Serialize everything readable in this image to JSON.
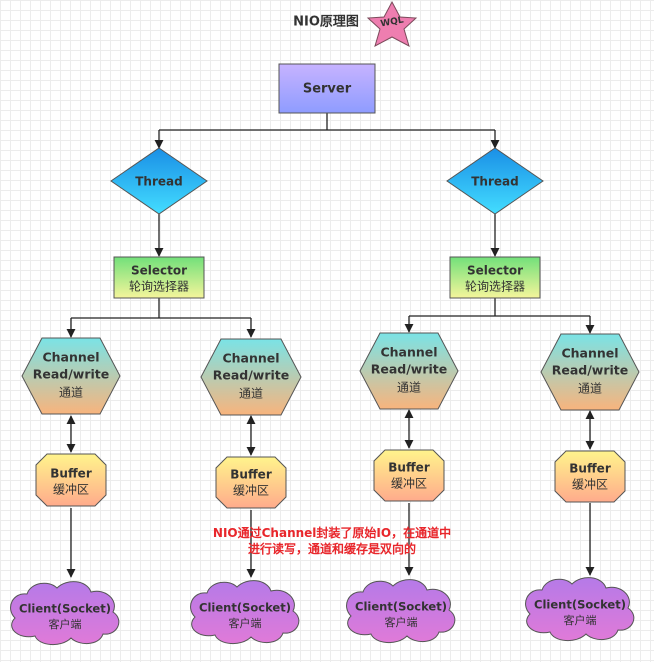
{
  "title": "NIO原理图",
  "watermark": "WQL",
  "server": {
    "label": "Server"
  },
  "threads": [
    {
      "label": "Thread"
    },
    {
      "label": "Thread"
    }
  ],
  "selectors": [
    {
      "line1": "Selector",
      "line2": "轮询选择器"
    },
    {
      "line1": "Selector",
      "line2": "轮询选择器"
    }
  ],
  "channels": [
    {
      "line1": "Channel",
      "line2": "Read/write",
      "line3": "通道"
    },
    {
      "line1": "Channel",
      "line2": "Read/write",
      "line3": "通道"
    },
    {
      "line1": "Channel",
      "line2": "Read/write",
      "line3": "通道"
    },
    {
      "line1": "Channel",
      "line2": "Read/write",
      "line3": "通道"
    }
  ],
  "buffers": [
    {
      "line1": "Buffer",
      "line2": "缓冲区"
    },
    {
      "line1": "Buffer",
      "line2": "缓冲区"
    },
    {
      "line1": "Buffer",
      "line2": "缓冲区"
    },
    {
      "line1": "Buffer",
      "line2": "缓冲区"
    }
  ],
  "clients": [
    {
      "line1": "Client(Socket)",
      "line2": "客户端"
    },
    {
      "line1": "Client(Socket)",
      "line2": "客户端"
    },
    {
      "line1": "Client(Socket)",
      "line2": "客户端"
    },
    {
      "line1": "Client(Socket)",
      "line2": "客户端"
    }
  ],
  "annotation": {
    "line1": "NIO通过Channel封装了原始IO，在通道中",
    "line2": "进行读写，通道和缓存是双向的"
  },
  "colors": {
    "server_top": "#c7b3ff",
    "server_bottom": "#8e9cff",
    "thread_top": "#1a8fe6",
    "thread_bottom": "#43ddff",
    "selector_top": "#72e07a",
    "selector_bottom": "#f5f59b",
    "channel_top": "#7ae3e6",
    "channel_bottom": "#f8b47d",
    "buffer_top": "#fff48c",
    "buffer_bottom": "#ffab8c",
    "client": "#c27ae6",
    "star": "#ee7eb0",
    "annotation": "#e8262b"
  }
}
